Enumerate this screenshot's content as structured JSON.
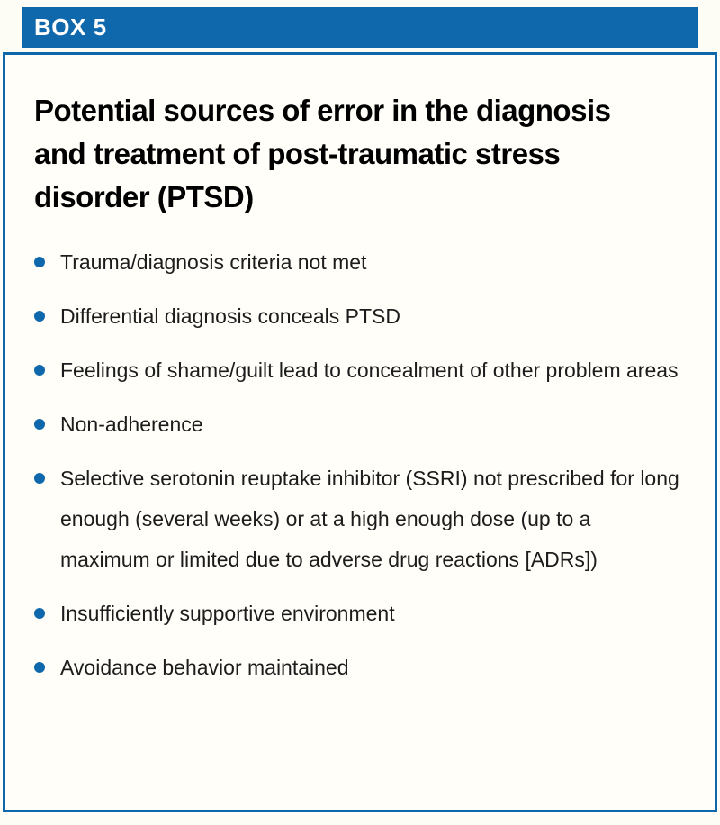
{
  "box": {
    "label": "BOX 5",
    "title": "Potential sources of error in the diagnosis and treatment of post-traumatic stress disorder (PTSD)",
    "items": [
      "Trauma/diagnosis criteria not met",
      "Differential diagnosis conceals PTSD",
      "Feelings of shame/guilt lead to concealment of other problem areas",
      "Non-adherence",
      "Selective serotonin reuptake inhibitor (SSRI) not prescribed for long enough (several weeks) or at a high enough dose (up to a maximum or limited due to adverse drug reactions [ADRs])",
      "Insufficiently supportive environment",
      "Avoidance behavior maintained"
    ]
  },
  "colors": {
    "accent": "#1068ac",
    "bullet": "#1068ac",
    "box-bg": "#fffef8",
    "header_text": "#ffffff"
  }
}
